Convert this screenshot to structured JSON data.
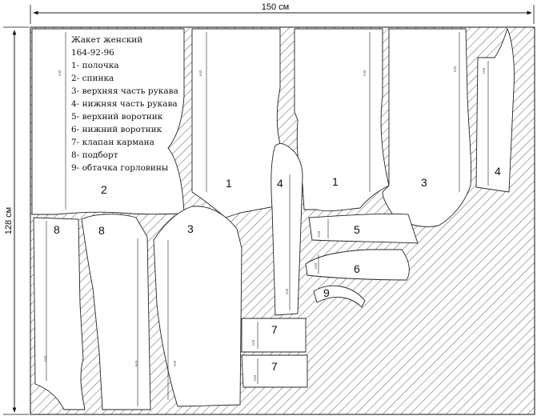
{
  "dimensions": {
    "width": "150 см",
    "height": "128 см"
  },
  "legend": {
    "title": "Жакет женский",
    "size": "164-92-96",
    "items": [
      "1-  полочка",
      "2-  спинка",
      "3-  верхняя часть    рукава",
      "4-  нижняя часть рукава",
      "5-  верхний воротник",
      "6-  нижний воротник",
      "7-  клапан кармана",
      "8-  подборт",
      "9-  обтачка горловины"
    ]
  },
  "piece_numbers": {
    "back": "2",
    "front_a": "1",
    "front_b": "1",
    "sleeve_top_a": "3",
    "sleeve_top_b": "3",
    "sleeve_under_a": "4",
    "sleeve_under_b": "4",
    "facing_a": "8",
    "facing_b": "8",
    "collar_top": "5",
    "collar_under": "6",
    "neck_facing": "9",
    "flap_a": "7",
    "flap_b": "7"
  },
  "fold_mark": "н.о"
}
